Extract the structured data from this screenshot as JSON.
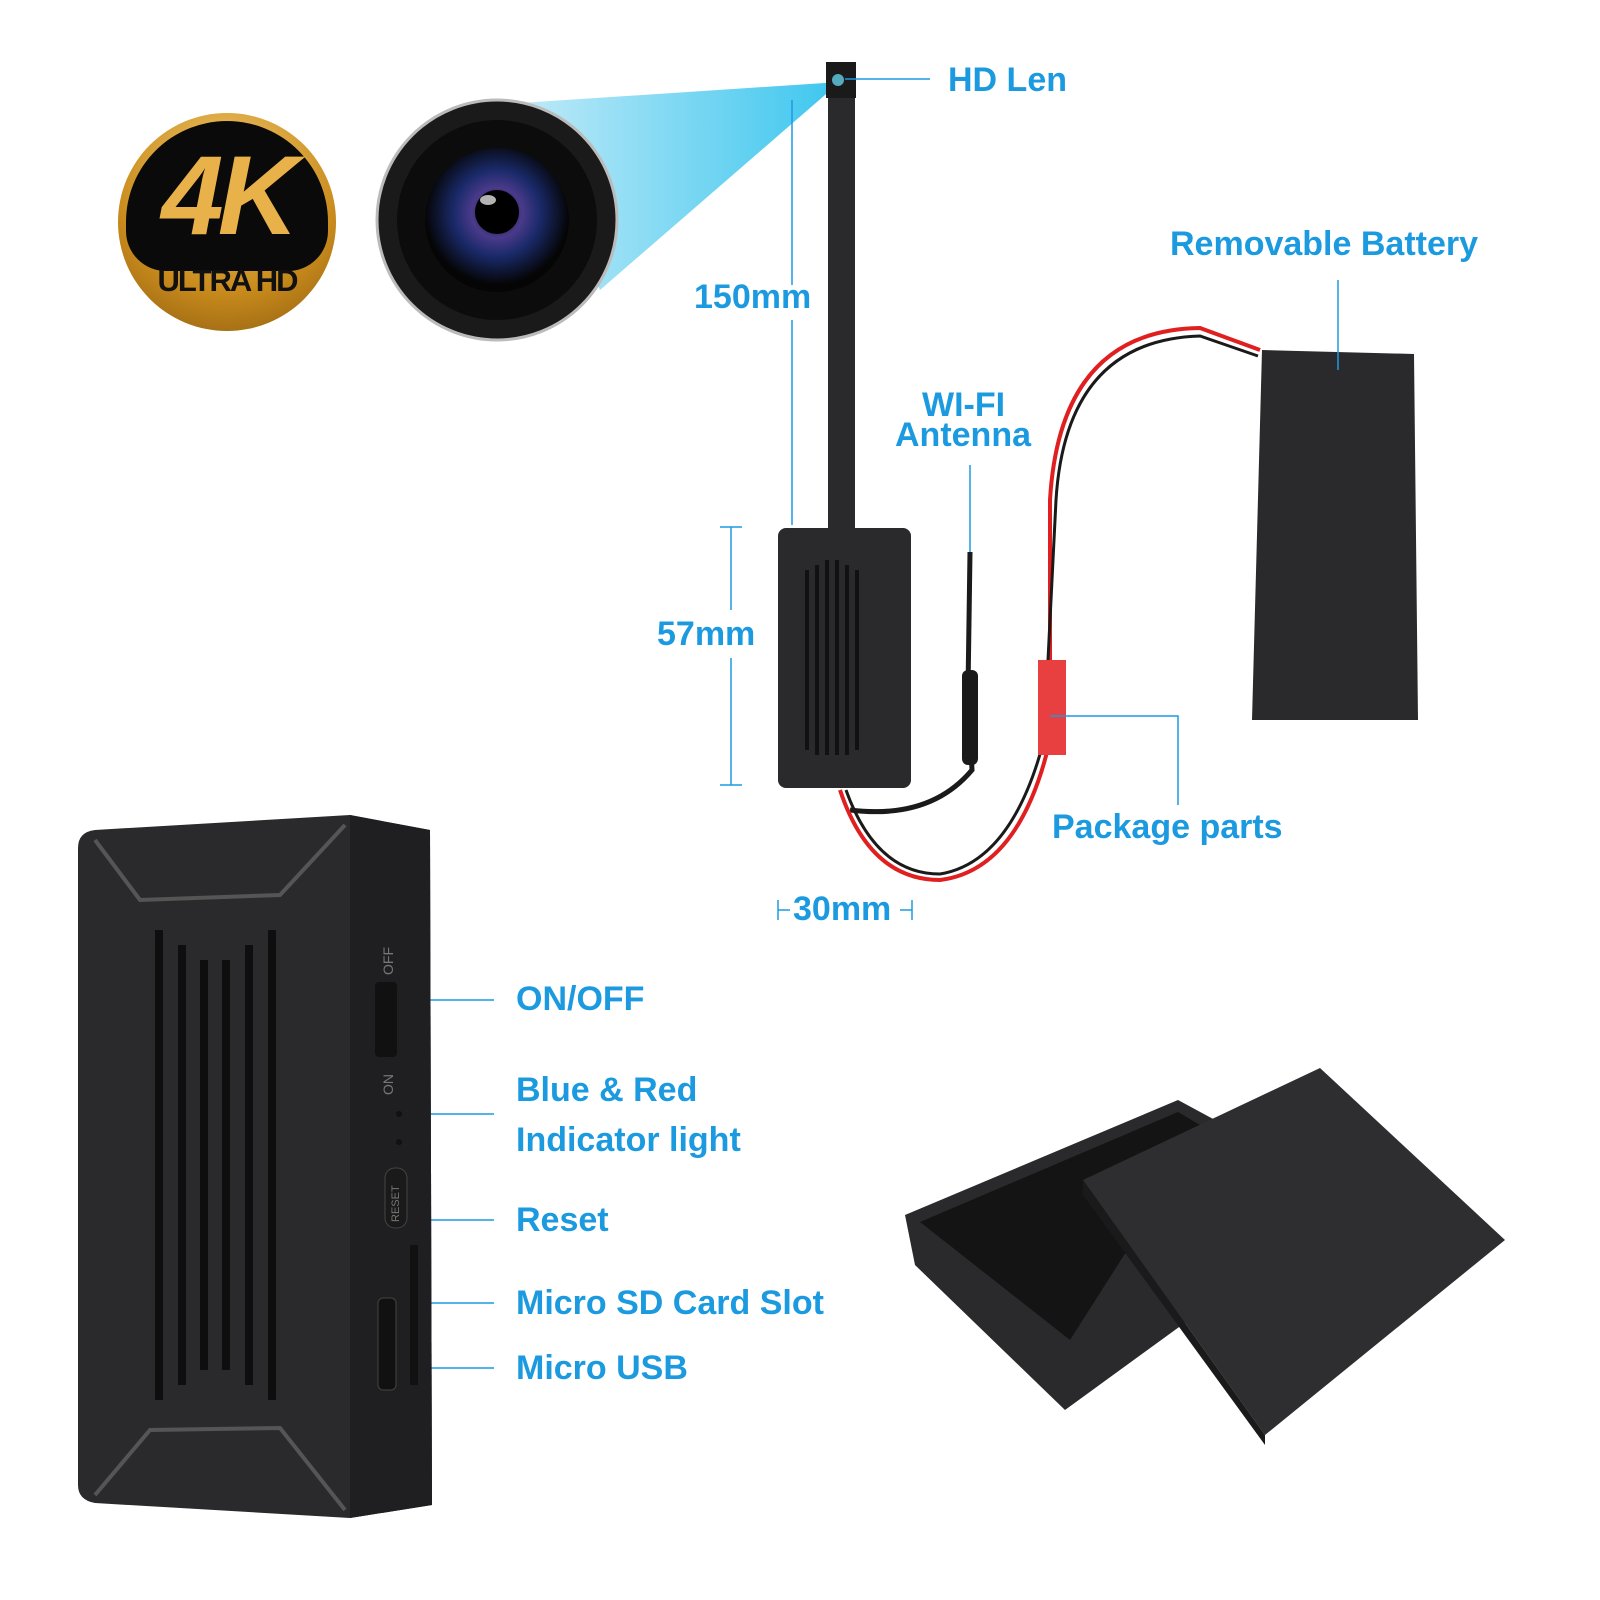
{
  "badge": {
    "big": "4K",
    "sub": "ULTRA HD"
  },
  "labels": {
    "hd_len": "HD Len",
    "battery": "Removable Battery",
    "length": "150mm",
    "wifi_line1": "WI-FI",
    "wifi_line2": "Antenna",
    "height": "57mm",
    "package": "Package parts",
    "width": "30mm",
    "on_off": "ON/OFF",
    "indicator_line1": "Blue & Red",
    "indicator_line2": "Indicator light",
    "reset": "Reset",
    "sd_slot": "Micro SD Card Slot",
    "usb": "Micro USB"
  },
  "device_markings": {
    "off": "OFF",
    "on": "ON",
    "reset": "RESET"
  },
  "colors": {
    "accent": "#1c9ae0",
    "device": "#2a2a2c",
    "wire_red": "#e02020"
  }
}
